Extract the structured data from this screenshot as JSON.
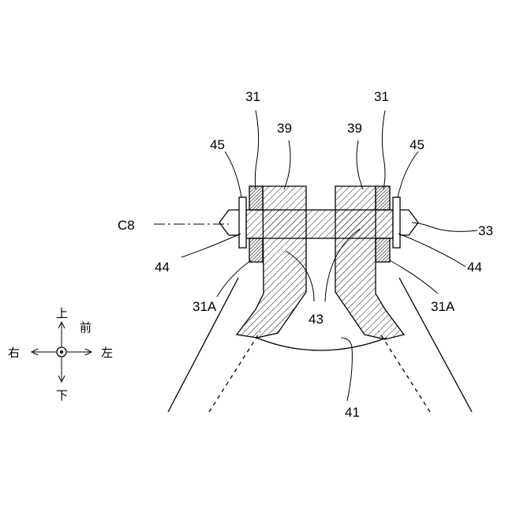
{
  "labels": {
    "l31_left": "31",
    "l31_right": "31",
    "l39_left": "39",
    "l39_right": "39",
    "l45_left": "45",
    "l45_right": "45",
    "c8": "C8",
    "l33": "33",
    "l44_left": "44",
    "l44_right": "44",
    "l31a_left": "31A",
    "l31a_right": "31A",
    "l43": "43",
    "l41": "41"
  },
  "compass": {
    "up": "上",
    "front": "前",
    "right": "右",
    "left": "左",
    "down": "下"
  }
}
